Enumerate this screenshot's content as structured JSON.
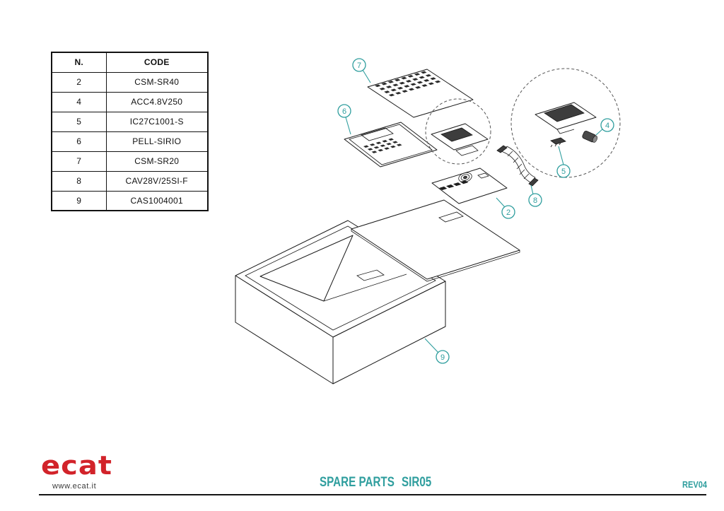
{
  "page": {
    "accent_teal": "#2f9e9e",
    "logo_red": "#d2232a"
  },
  "parts_table": {
    "headers": {
      "n": "N.",
      "code": "CODE"
    },
    "rows": [
      {
        "n": "2",
        "code": "CSM-SR40"
      },
      {
        "n": "4",
        "code": "ACC4.8V250"
      },
      {
        "n": "5",
        "code": "IC27C1001-S"
      },
      {
        "n": "6",
        "code": "PELL-SIRIO"
      },
      {
        "n": "7",
        "code": "CSM-SR20"
      },
      {
        "n": "8",
        "code": "CAV28V/25SI-F"
      },
      {
        "n": "9",
        "code": "CAS1004001"
      }
    ]
  },
  "diagram": {
    "callouts": [
      {
        "label": "7"
      },
      {
        "label": "6"
      },
      {
        "label": "4"
      },
      {
        "label": "5"
      },
      {
        "label": "8"
      },
      {
        "label": "2"
      },
      {
        "label": "9"
      }
    ]
  },
  "footer": {
    "logo": "ecat",
    "website": "www.ecat.it",
    "section_title": "SPARE PARTS",
    "model": "SIR05",
    "revision": "REV04"
  }
}
